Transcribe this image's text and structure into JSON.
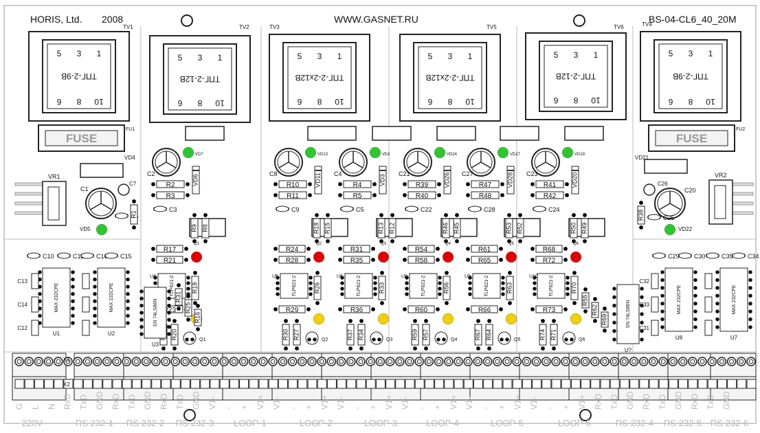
{
  "header": {
    "company": "HORIS, Ltd.",
    "year": "2008",
    "website": "WWW.GASNET.RU",
    "model": "BS-04-CL6_40_20M"
  },
  "transformers": [
    {
      "ref": "TV1",
      "part": "ТПГ-2-9В"
    },
    {
      "ref": "TV2",
      "part": "ТПГ-2-12В"
    },
    {
      "ref": "TV3",
      "part": "ТПГ-2-2x12В"
    },
    {
      "ref": "TV5",
      "part": "ТПГ-2-2x12В"
    },
    {
      "ref": "TV6",
      "part": "ТПГ-2-12В"
    },
    {
      "ref": "TV4",
      "part": "ТПГ-2-9В"
    }
  ],
  "pin_top": [
    "5",
    "3",
    "1"
  ],
  "pin_bottom": [
    "6",
    "8",
    "10"
  ],
  "fuses": {
    "label": "FUSE",
    "refs": [
      "FU1",
      "FU2"
    ]
  },
  "chips": {
    "max_a": "MAX 232CPE",
    "max_b": "MAX 232CPE",
    "sn": "SN 74LS86N",
    "tlp": "TLP621-2",
    "refs": [
      "U1",
      "U2",
      "U3",
      "U4",
      "U5",
      "U6",
      "U8",
      "U9",
      "U10",
      "U7",
      "U8"
    ]
  },
  "capacitors": [
    "C10",
    "C11",
    "C16",
    "C15",
    "C13",
    "C14",
    "C12",
    "C29",
    "C30",
    "C35",
    "C34",
    "C32",
    "C33",
    "C31",
    "C1",
    "C7",
    "C6",
    "C20",
    "C26",
    "C25",
    "C2",
    "C8",
    "C4",
    "C21",
    "C27",
    "C23",
    "C3",
    "C9",
    "C5",
    "C22",
    "C28",
    "C24"
  ],
  "regulators": [
    "VR1",
    "VR2"
  ],
  "channels": [
    {
      "r_a": "R2",
      "r_b": "R3",
      "vd_v": "VD6",
      "r_v1": "R9",
      "r_v2": "R8",
      "r_c": "R17",
      "r_d": "R21",
      "r_e": "R19",
      "r_f": "R23",
      "r_g": "R22",
      "r_h": "R20",
      "vd_g": "VD7"
    },
    {
      "r_a": "R10",
      "r_b": "R11",
      "vd_v": "VD11",
      "r_v1": "R18",
      "r_v2": "R15",
      "r_c": "R24",
      "r_d": "R28",
      "r_e": "R26",
      "r_f": "R29",
      "r_g": "R30",
      "r_h": "R27",
      "vd_g": "VD13"
    },
    {
      "r_a": "R4",
      "r_b": "R5",
      "vd_v": "VD3",
      "r_v1": "R13",
      "r_v2": "R12",
      "r_c": "R31",
      "r_d": "R35",
      "r_e": "R33",
      "r_f": "R36",
      "r_g": "R37",
      "r_h": "R34",
      "vd_g": "VD2"
    },
    {
      "r_a": "R39",
      "r_b": "R40",
      "vd_v": "VD26",
      "r_v1": "R46",
      "r_v2": "R45",
      "r_c": "R54",
      "r_d": "R58",
      "r_e": "R56",
      "r_f": "R60",
      "r_g": "R59",
      "r_h": "R57",
      "vd_g": "VD24"
    },
    {
      "r_a": "R47",
      "r_b": "R48",
      "vd_v": "VD28",
      "r_v1": "R53",
      "r_v2": "R52",
      "r_c": "R61",
      "r_d": "R65",
      "r_e": "R63",
      "r_f": "R66",
      "r_g": "R67",
      "r_h": "R64",
      "vd_g": "VD27"
    },
    {
      "r_a": "R41",
      "r_b": "R42",
      "vd_v": "VD20",
      "r_v1": "R50",
      "r_v2": "R49",
      "r_c": "R68",
      "r_d": "R72",
      "r_e": "R70",
      "r_f": "R73",
      "r_g": "R74",
      "r_h": "R71",
      "vd_g": "VD19"
    }
  ],
  "misc_resistors": [
    "R1",
    "R38",
    "R31",
    "R25",
    "R16",
    "R55",
    "R62",
    "R69"
  ],
  "diodes": [
    "VD5",
    "VD22",
    "VD4",
    "VD21"
  ],
  "connector_refs": [
    "X1",
    "X2"
  ],
  "terminals": [
    "G",
    "L",
    "N",
    "RxD",
    "TxD",
    "GND",
    "RxD",
    "TxD",
    "GND",
    "RxD",
    "TxD",
    "GND",
    "V1-",
    "-",
    "+",
    "V1+",
    "V1-",
    "-",
    "+",
    "V1+",
    "V1-",
    "-",
    "+",
    "V1+",
    "V1-",
    "-",
    "+",
    "V1+",
    "V1-",
    "-",
    "+",
    "V1+",
    "V1-",
    "-",
    "+",
    "V1+",
    "RxD",
    "TxD",
    "GND",
    "RxD",
    "TxD",
    "GND",
    "RxD",
    "TxD",
    "GND"
  ],
  "groups": [
    "~220V",
    "RS 232-1",
    "RS 232-2",
    "RS 232-3",
    "LOOP-1",
    "LOOP-2",
    "LOOP-3",
    "LOOP-4",
    "LOOP-5",
    "LOOP-6",
    "RS 232-4",
    "RS 232-5",
    "RS 232-6"
  ],
  "colors": {
    "led_green": "#2ec62e",
    "led_red": "#e00000",
    "led_yellow": "#f0d000",
    "pcb_line": "#222222",
    "terminal_text": "#b8b8b8"
  }
}
